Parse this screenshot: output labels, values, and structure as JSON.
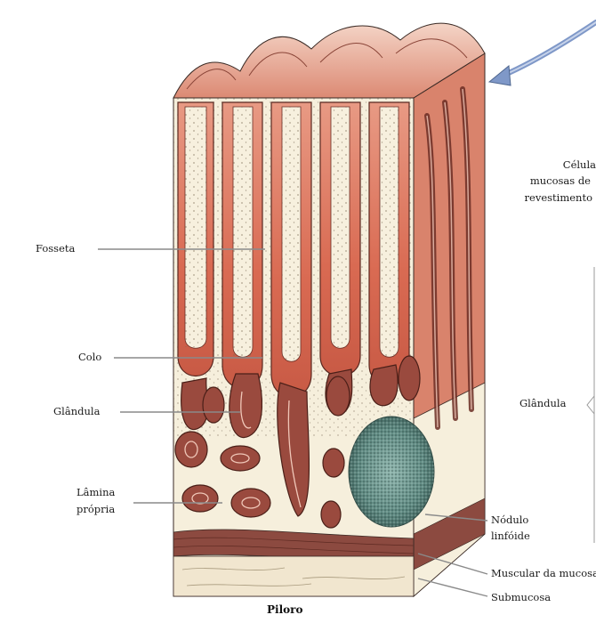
{
  "labels": {
    "fosseta": "Fosseta",
    "colo": "Colo",
    "glandula_left": "Glândula",
    "lamina_line1": "Lâmina",
    "lamina_line2": "própria",
    "nodulo_line1": "Nódulo",
    "nodulo_line2": "linfóide",
    "muscular": "Muscular da mucosa",
    "submucosa": "Submucosa",
    "celula_line1": "Célula",
    "celula_line2": "mucosas de",
    "celula_line3": "revestimento",
    "glandula_right": "Glândula"
  },
  "caption": "Piloro",
  "colors": {
    "epithelium": "#b85a4c",
    "pit_lumen": "#d9765f",
    "lamina_propria": "#f6efdc",
    "nodule": "#5f8a82",
    "muscularis": "#8c4a40",
    "submucosa": "#f1e6cf",
    "arrow": "#7f98c8"
  },
  "icons": [
    "curved-arrow-icon"
  ]
}
